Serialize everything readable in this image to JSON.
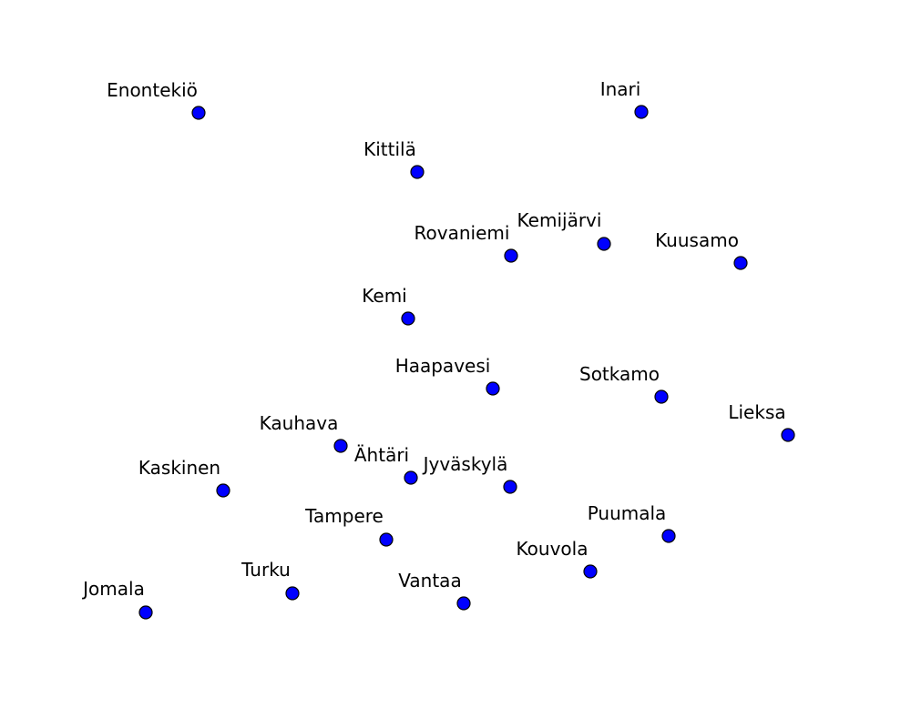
{
  "map": {
    "marker_color": "#0000ff",
    "marker_edge_color": "#000000",
    "label_color": "#000000",
    "background_color": "#ffffff",
    "cities": [
      {
        "name": "Enontekiö"
      },
      {
        "name": "Inari"
      },
      {
        "name": "Kittilä"
      },
      {
        "name": "Kemijärvi"
      },
      {
        "name": "Rovaniemi"
      },
      {
        "name": "Kuusamo"
      },
      {
        "name": "Kemi"
      },
      {
        "name": "Haapavesi"
      },
      {
        "name": "Sotkamo"
      },
      {
        "name": "Lieksa"
      },
      {
        "name": "Kauhava"
      },
      {
        "name": "Ähtäri"
      },
      {
        "name": "Jyväskylä"
      },
      {
        "name": "Kaskinen"
      },
      {
        "name": "Tampere"
      },
      {
        "name": "Puumala"
      },
      {
        "name": "Kouvola"
      },
      {
        "name": "Turku"
      },
      {
        "name": "Vantaa"
      },
      {
        "name": "Jomala"
      }
    ]
  }
}
